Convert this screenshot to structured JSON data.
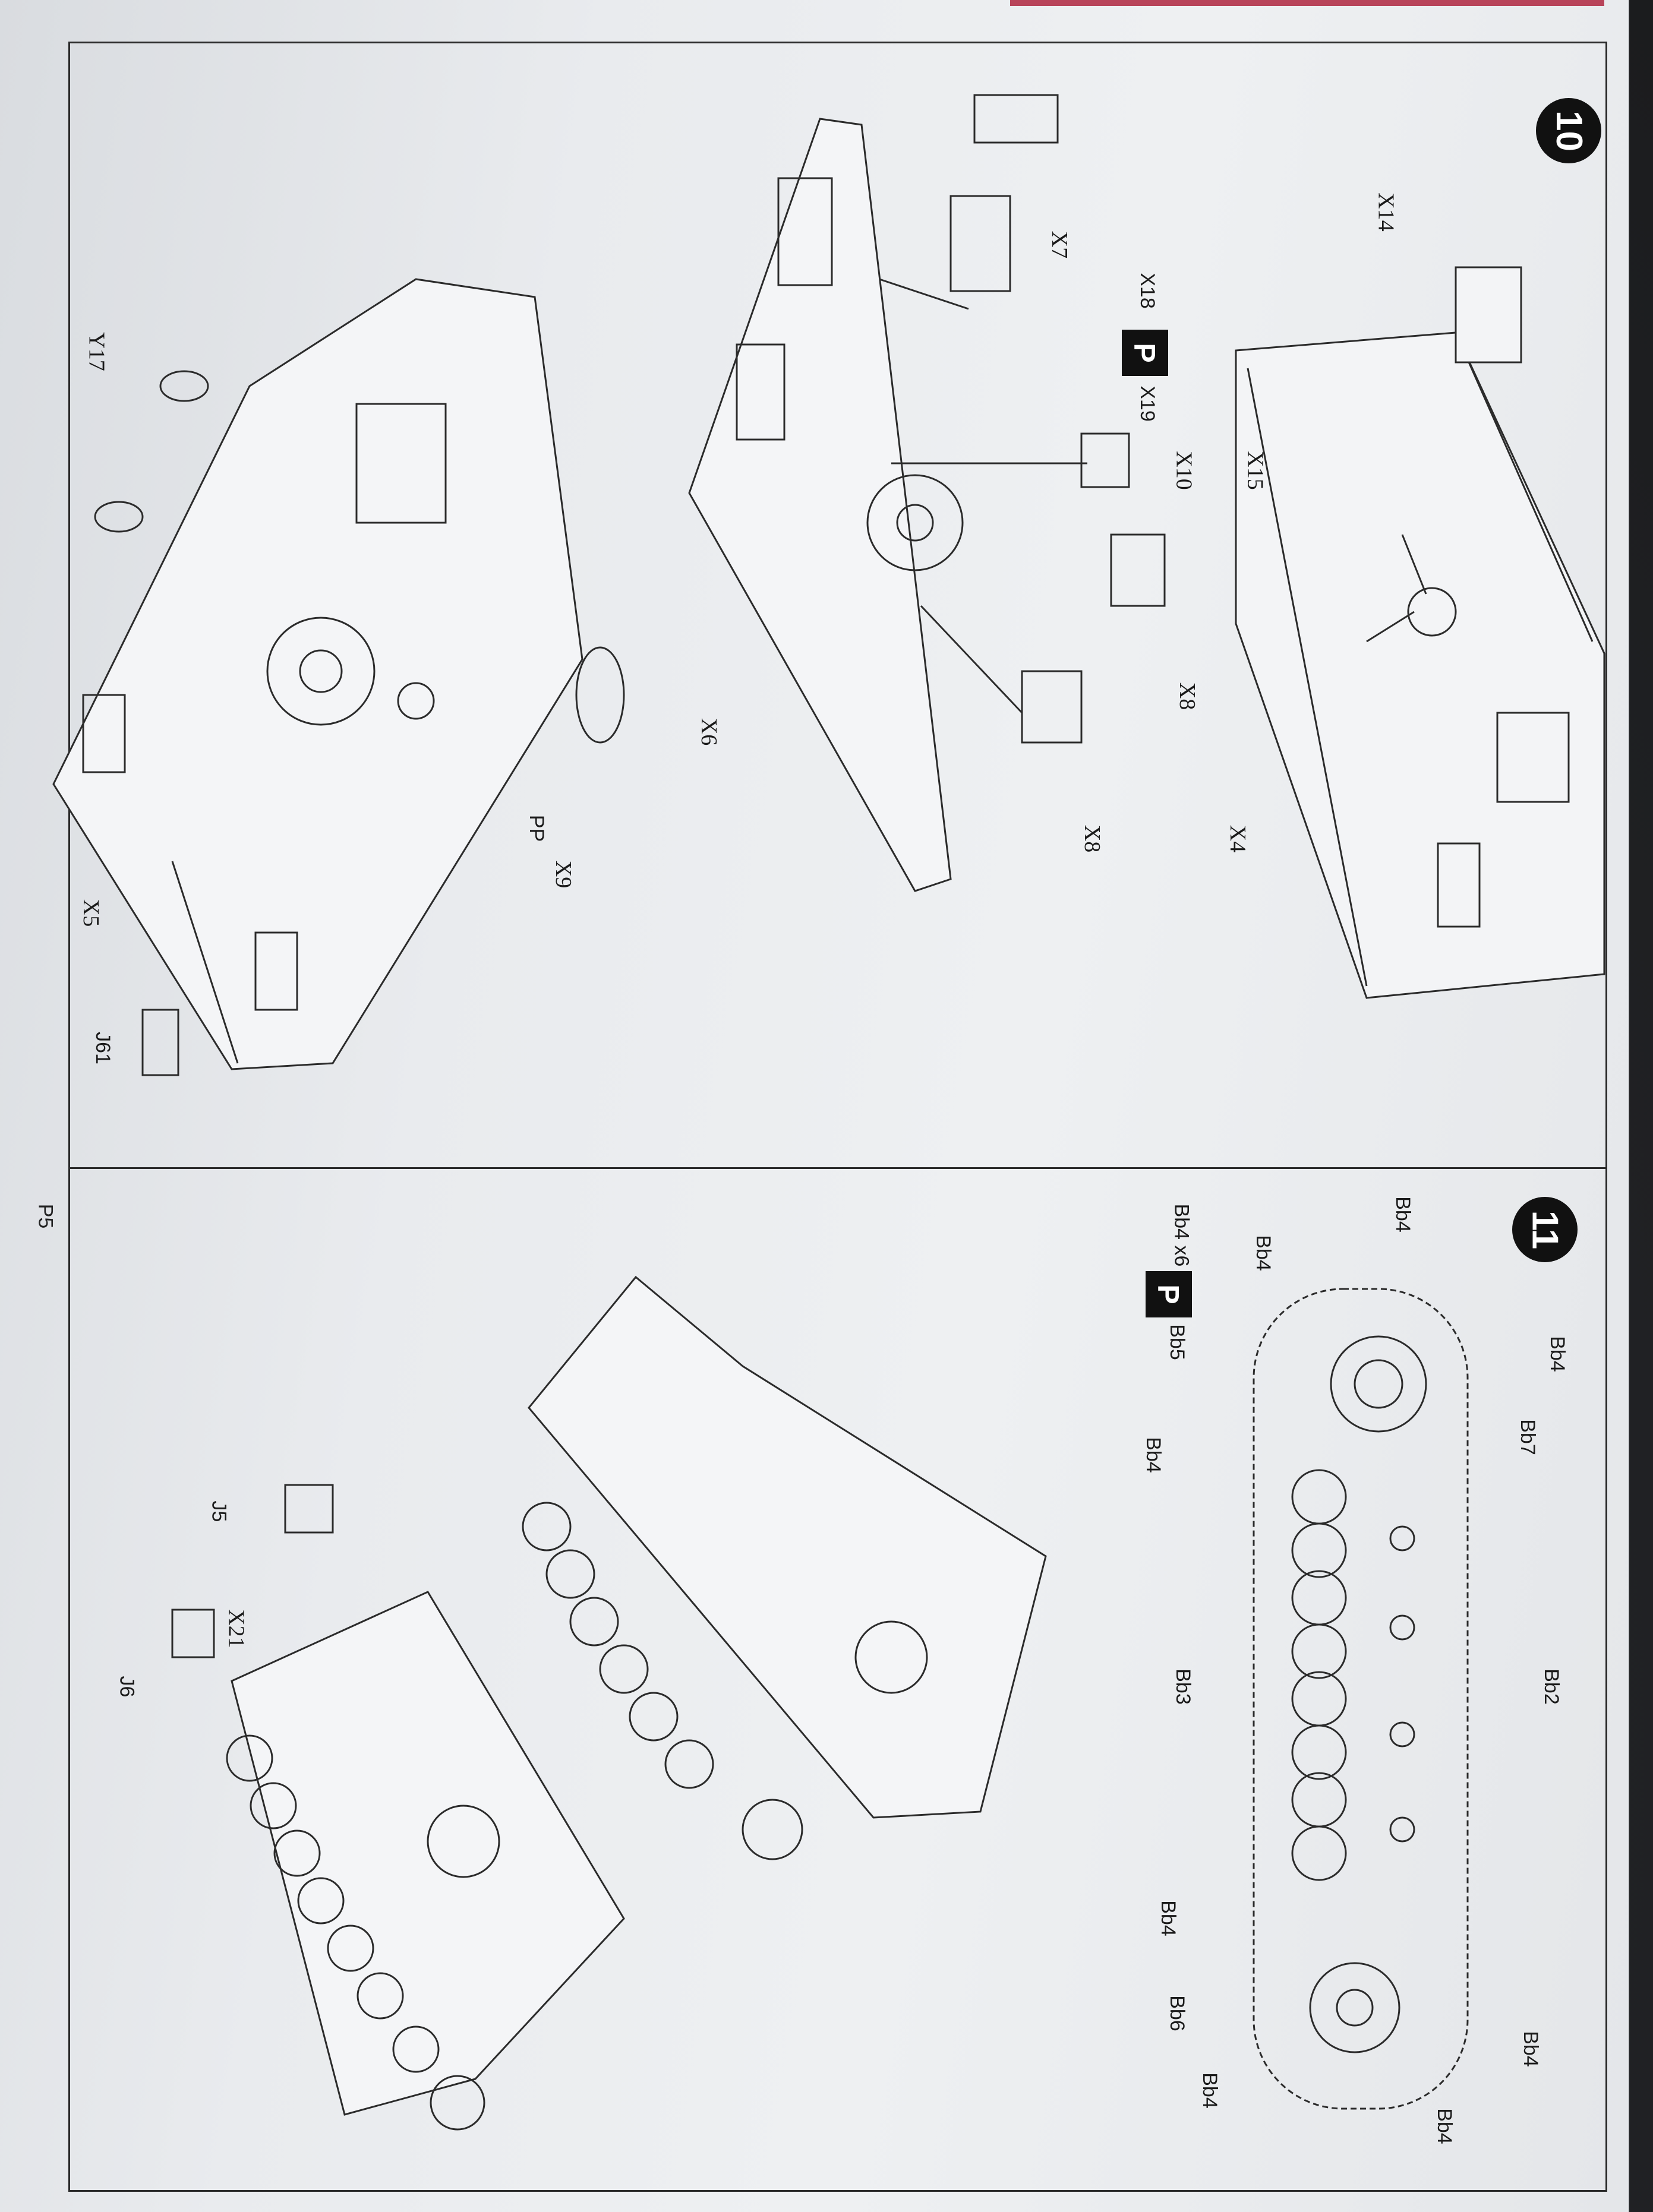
{
  "page": {
    "number": "P5"
  },
  "step10": {
    "number": "10",
    "labels": {
      "x14": "X14",
      "x7": "X7",
      "x18": "X18",
      "x19": "X19",
      "x10": "X10",
      "x15": "X15",
      "x8a": "X8",
      "x8b": "X8",
      "x4": "X4",
      "x6": "X6",
      "pp": "PP",
      "x9": "X9",
      "x5": "X5",
      "j61": "J61",
      "y17": "Y17"
    },
    "ptag": "P"
  },
  "step11": {
    "number": "11",
    "labels": {
      "bb4_top": "Bb4",
      "bb4_x6": "Bb4 x6",
      "bb5": "Bb5",
      "bb4_a": "Bb4",
      "bb4_b": "Bb4",
      "bb7": "Bb7",
      "bb4_c": "Bb4",
      "bb2": "Bb2",
      "bb3": "Bb3",
      "bb4_d": "Bb4",
      "bb6": "Bb6",
      "bb4_e": "Bb4",
      "bb4_f": "Bb4",
      "bb4_g": "Bb4",
      "j5": "J5",
      "x21": "X21",
      "j6": "J6"
    },
    "ptag": "P"
  }
}
